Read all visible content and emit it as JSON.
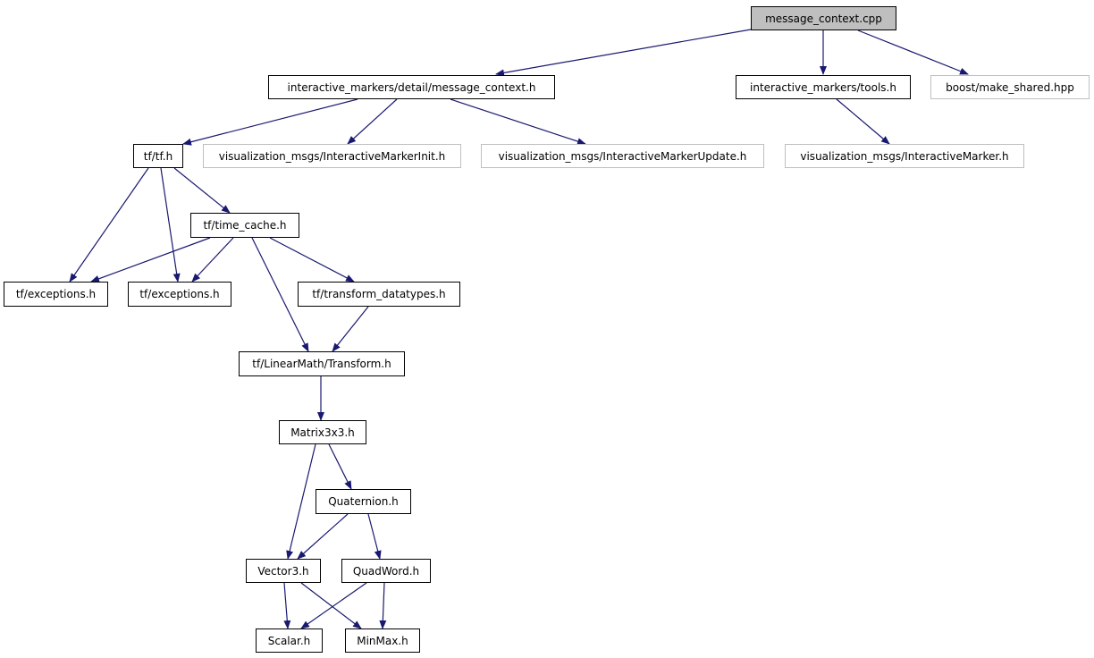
{
  "graph": {
    "type": "include-dependency-graph",
    "edge_color": "#191970",
    "external_border_color": "#bfbfbf",
    "root_fill_color": "#bfbfbf",
    "nodes": [
      {
        "id": "cpp",
        "label": "message_context.cpp",
        "kind": "root"
      },
      {
        "id": "detail",
        "label": "interactive_markers/detail/message_context.h",
        "kind": "normal"
      },
      {
        "id": "tools",
        "label": "interactive_markers/tools.h",
        "kind": "normal"
      },
      {
        "id": "boost",
        "label": "boost/make_shared.hpp",
        "kind": "external"
      },
      {
        "id": "tf",
        "label": "tf/tf.h",
        "kind": "normal"
      },
      {
        "id": "init",
        "label": "visualization_msgs/InteractiveMarkerInit.h",
        "kind": "external"
      },
      {
        "id": "update",
        "label": "visualization_msgs/InteractiveMarkerUpdate.h",
        "kind": "external"
      },
      {
        "id": "marker",
        "label": "visualization_msgs/InteractiveMarker.h",
        "kind": "external"
      },
      {
        "id": "timecache",
        "label": "tf/time_cache.h",
        "kind": "normal"
      },
      {
        "id": "exc1",
        "label": "tf/exceptions.h",
        "kind": "normal"
      },
      {
        "id": "exc2",
        "label": "tf/exceptions.h",
        "kind": "normal"
      },
      {
        "id": "datatypes",
        "label": "tf/transform_datatypes.h",
        "kind": "normal"
      },
      {
        "id": "transform",
        "label": "tf/LinearMath/Transform.h",
        "kind": "normal"
      },
      {
        "id": "matrix",
        "label": "Matrix3x3.h",
        "kind": "normal"
      },
      {
        "id": "quat",
        "label": "Quaternion.h",
        "kind": "normal"
      },
      {
        "id": "vector3",
        "label": "Vector3.h",
        "kind": "normal"
      },
      {
        "id": "quadword",
        "label": "QuadWord.h",
        "kind": "normal"
      },
      {
        "id": "scalar",
        "label": "Scalar.h",
        "kind": "normal"
      },
      {
        "id": "minmax",
        "label": "MinMax.h",
        "kind": "normal"
      }
    ],
    "edges": [
      {
        "from": "cpp",
        "to": "detail"
      },
      {
        "from": "cpp",
        "to": "tools"
      },
      {
        "from": "cpp",
        "to": "boost"
      },
      {
        "from": "detail",
        "to": "tf"
      },
      {
        "from": "detail",
        "to": "init"
      },
      {
        "from": "detail",
        "to": "update"
      },
      {
        "from": "tools",
        "to": "marker"
      },
      {
        "from": "tf",
        "to": "exc1"
      },
      {
        "from": "tf",
        "to": "exc2"
      },
      {
        "from": "tf",
        "to": "timecache"
      },
      {
        "from": "timecache",
        "to": "exc1"
      },
      {
        "from": "timecache",
        "to": "exc2"
      },
      {
        "from": "timecache",
        "to": "transform"
      },
      {
        "from": "timecache",
        "to": "datatypes"
      },
      {
        "from": "datatypes",
        "to": "transform"
      },
      {
        "from": "transform",
        "to": "matrix"
      },
      {
        "from": "matrix",
        "to": "vector3"
      },
      {
        "from": "matrix",
        "to": "quat"
      },
      {
        "from": "quat",
        "to": "vector3"
      },
      {
        "from": "quat",
        "to": "quadword"
      },
      {
        "from": "vector3",
        "to": "scalar"
      },
      {
        "from": "vector3",
        "to": "minmax"
      },
      {
        "from": "quadword",
        "to": "scalar"
      },
      {
        "from": "quadword",
        "to": "minmax"
      }
    ]
  }
}
